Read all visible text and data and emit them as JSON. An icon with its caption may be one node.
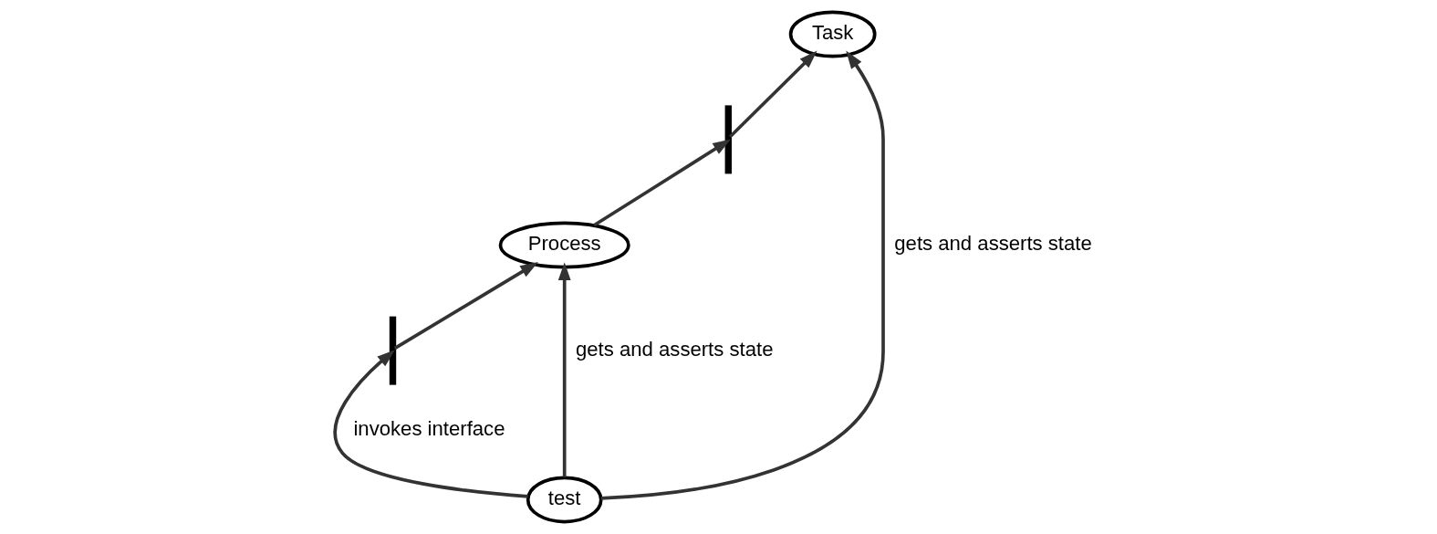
{
  "diagram": {
    "nodes": [
      {
        "text": [],
        "shape": "bar"
      },
      {
        "text": [
          "Process"
        ]
      },
      {
        "text": [],
        "shape": "bar"
      },
      {
        "text": [
          "Task"
        ]
      },
      {
        "text": [
          "test"
        ]
      }
    ],
    "edges": [
      {
        "from": 4,
        "to": 0,
        "arrow": "to",
        "label": "invokes interface"
      },
      {
        "from": 0,
        "to": 1,
        "arrow": "to"
      },
      {
        "from": 1,
        "to": 2,
        "arrow": "to"
      },
      {
        "from": 2,
        "to": 3,
        "arrow": "to"
      },
      {
        "from": 4,
        "to": 1,
        "arrow": "to",
        "label": "gets and asserts state"
      },
      {
        "from": 4,
        "to": 3,
        "arrow": "to",
        "label": "gets and asserts state"
      }
    ]
  }
}
